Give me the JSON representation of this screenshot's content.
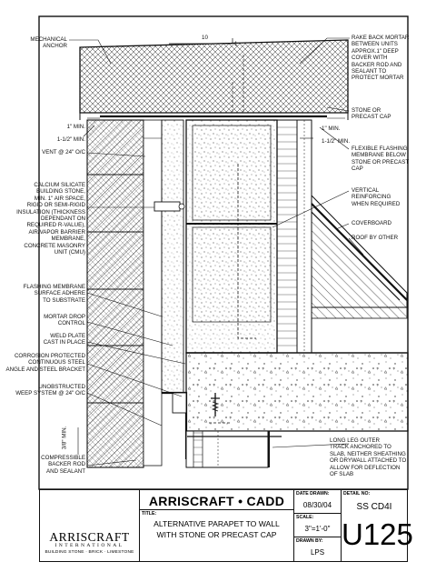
{
  "labels_left": {
    "mechanical_anchor": "MECHANICAL ANCHOR",
    "min_left": "1\" MIN.",
    "min_left_2": "1-1/2\" MIN.",
    "vent": "VENT @ 24\" O/C",
    "calcium_silicate": "CALCIUM SILICATE\nBUILDING STONE,\nMIN. 1\" AIR SPACE,\nRIGID OR SEMI-RIGID\nINSULATION (THICKNESS\nDEPENDANT ON\nREQUIRED R-VALUE),\nAIR/VAPOR BARRIER\nMEMBRANE,\nCONCRETE MASONRY\nUNIT (CMU)",
    "flashing_membrane": "FLASHING MEMBRANE\nSURFACE ADHERE\nTO SUBSTRATE",
    "mortar_drop": "MORTAR DROP\nCONTROL",
    "weld_plate": "WELD PLATE\nCAST IN PLACE",
    "corrosion": "CORROSION PROTECTED\nCONTINUOUS STEEL\nANGLE AND STEEL BRACKET",
    "unobstructed": "UNOBSTRUCTED\nWEEP SYSTEM @ 24\" O/C",
    "compressible": "COMPRESSIBLE\nBACKER ROD\nAND SEALANT",
    "three_eighths": "3/8\" MIN."
  },
  "labels_right": {
    "rake_back": "RAKE BACK MORTAR\nBETWEEN UNITS\nAPPROX.1\" DEEP\nCOVER WITH\nBACKER ROD AND\nSEALANT TO\nPROTECT MORTAR",
    "stone_cap": "STONE OR\nPRECAST CAP",
    "min_right": "1\" MIN.",
    "min_right_2": "1-1/2\" MIN.",
    "flexible_flashing": "FLEXIBLE FLASHING\nMEMBRANE BELOW\nSTONE OR PRECAST\nCAP",
    "vertical_reinforcing": "VERTICAL\nREINFORCING\nWHEN REQUIRED",
    "coverboard": "COVERBOARD",
    "roof_by_other": "ROOF BY OTHER",
    "long_leg": "LONG LEG OUTER\nTRACK ANCHORED TO\nSLAB, NEITHER SHEATHING\nOR DRYWALL ATTACHED TO\nALLOW FOR DEFLECTION\nOF SLAB"
  },
  "slope": {
    "run": "10",
    "rise": "1"
  },
  "title_block": {
    "firm": "ARRISCRAFT • CADD",
    "title_label": "TITLE:",
    "title": "ALTERNATIVE PARAPET TO WALL\nWITH STONE OR PRECAST CAP",
    "date_label": "DATE DRAWN:",
    "date": "08/30/04",
    "scale_label": "SCALE:",
    "scale": "3\"=1'-0\"",
    "drawn_label": "DRAWN BY:",
    "drawn": "LPS",
    "detail_label": "DETAIL No:",
    "detail": "SS CD4I",
    "sheet": "U125",
    "brand": "ARRISCRAFT",
    "brand_sub": "INTERNATIONAL",
    "brand_tag": "BUILDING STONE · BRICK · LIMESTONE"
  }
}
